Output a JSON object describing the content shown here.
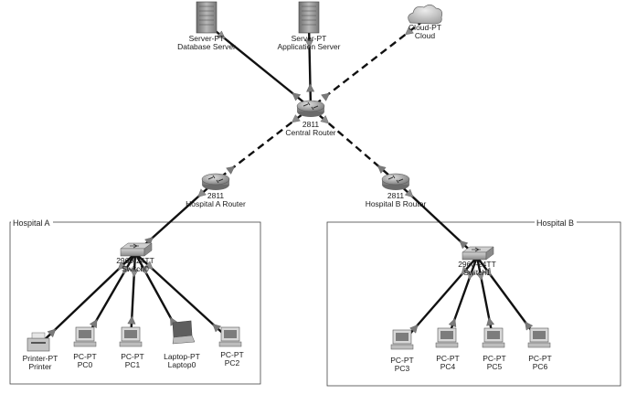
{
  "areas": [
    {
      "id": "hospital-a",
      "label": "Hospital A"
    },
    {
      "id": "hospital-b",
      "label": "Hospital B"
    }
  ],
  "devices": [
    {
      "id": "db-server",
      "kind": "server",
      "model": "Server-PT",
      "name": "Database Server"
    },
    {
      "id": "app-server",
      "kind": "server",
      "model": "Server-PT",
      "name": "Application Server"
    },
    {
      "id": "cloud",
      "kind": "cloud",
      "model": "Cloud-PT",
      "name": "Cloud"
    },
    {
      "id": "central-router",
      "kind": "router",
      "model": "2811",
      "name": "Central Router"
    },
    {
      "id": "hospital-a-router",
      "kind": "router",
      "model": "2811",
      "name": "Hospital A Router"
    },
    {
      "id": "hospital-b-router",
      "kind": "router",
      "model": "2811",
      "name": "Hospital B Router"
    },
    {
      "id": "switch0",
      "kind": "switch",
      "model": "2960-24TT",
      "name": "Switch0"
    },
    {
      "id": "switch1",
      "kind": "switch",
      "model": "2960-24TT",
      "name": "Switch1"
    },
    {
      "id": "printer",
      "kind": "printer",
      "model": "Printer-PT",
      "name": "Printer"
    },
    {
      "id": "pc0",
      "kind": "pc",
      "model": "PC-PT",
      "name": "PC0"
    },
    {
      "id": "pc1",
      "kind": "pc",
      "model": "PC-PT",
      "name": "PC1"
    },
    {
      "id": "laptop0",
      "kind": "laptop",
      "model": "Laptop-PT",
      "name": "Laptop0"
    },
    {
      "id": "pc2",
      "kind": "pc",
      "model": "PC-PT",
      "name": "PC2"
    },
    {
      "id": "pc3",
      "kind": "pc",
      "model": "PC-PT",
      "name": "PC3"
    },
    {
      "id": "pc4",
      "kind": "pc",
      "model": "PC-PT",
      "name": "PC4"
    },
    {
      "id": "pc5",
      "kind": "pc",
      "model": "PC-PT",
      "name": "PC5"
    },
    {
      "id": "pc6",
      "kind": "pc",
      "model": "PC-PT",
      "name": "PC6"
    }
  ],
  "links": [
    {
      "from": "db-server",
      "to": "central-router",
      "style": "solid"
    },
    {
      "from": "app-server",
      "to": "central-router",
      "style": "solid"
    },
    {
      "from": "cloud",
      "to": "central-router",
      "style": "dashed"
    },
    {
      "from": "central-router",
      "to": "hospital-a-router",
      "style": "dashed"
    },
    {
      "from": "central-router",
      "to": "hospital-b-router",
      "style": "dashed"
    },
    {
      "from": "hospital-a-router",
      "to": "switch0",
      "style": "solid"
    },
    {
      "from": "hospital-b-router",
      "to": "switch1",
      "style": "solid"
    },
    {
      "from": "switch0",
      "to": "printer",
      "style": "solid"
    },
    {
      "from": "switch0",
      "to": "pc0",
      "style": "solid"
    },
    {
      "from": "switch0",
      "to": "pc1",
      "style": "solid"
    },
    {
      "from": "switch0",
      "to": "laptop0",
      "style": "solid"
    },
    {
      "from": "switch0",
      "to": "pc2",
      "style": "solid"
    },
    {
      "from": "switch1",
      "to": "pc3",
      "style": "solid"
    },
    {
      "from": "switch1",
      "to": "pc4",
      "style": "solid"
    },
    {
      "from": "switch1",
      "to": "pc5",
      "style": "solid"
    },
    {
      "from": "switch1",
      "to": "pc6",
      "style": "solid"
    }
  ],
  "colors": {
    "link": "#111111",
    "status_up": "#7fb77e",
    "device_gray": "#9a9a9a"
  }
}
